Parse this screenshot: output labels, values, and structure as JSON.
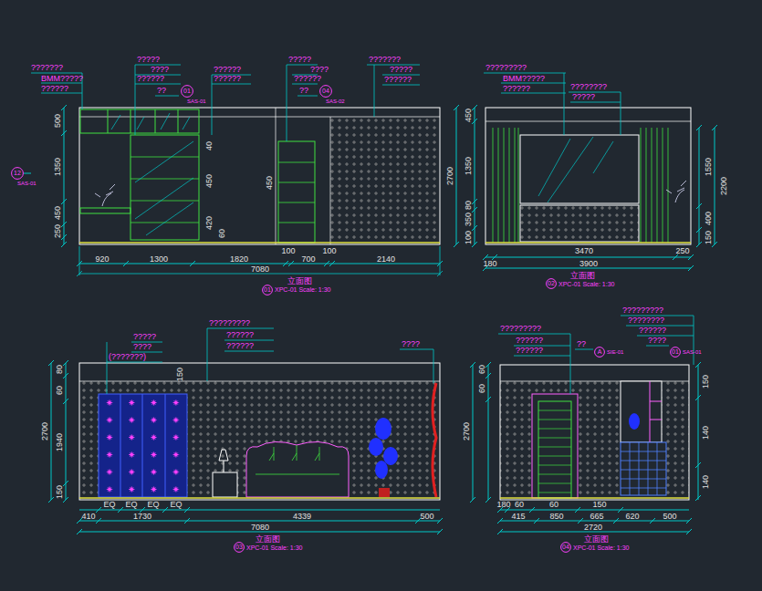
{
  "diagram": {
    "nodes": [
      {
        "text": [
          "01",
          "SAS-01"
        ]
      },
      {
        "text": [
          "04",
          "SAS-02"
        ]
      },
      {
        "text": [
          "12",
          "SAS-01"
        ]
      },
      {
        "text": [
          "A",
          "SIE-01"
        ]
      },
      {
        "text": [
          "01",
          "SAS-01"
        ]
      },
      {
        "text": [
          "01"
        ]
      },
      {
        "text": [
          "02"
        ]
      },
      {
        "text": [
          "03"
        ]
      },
      {
        "text": [
          "04"
        ]
      }
    ],
    "labels": [
      "???????",
      "BMM?????",
      "??????",
      "?????",
      "????",
      "??????",
      "??",
      "??????",
      "??????",
      "?????",
      "????",
      "??????",
      "??",
      "???????",
      "?????",
      "??????",
      "500",
      "1350",
      "450",
      "250",
      "420",
      "450",
      "40",
      "450",
      "60",
      "920",
      "1300",
      "1820",
      "100",
      "100",
      "700",
      "2140",
      "7080",
      "立面图",
      "XPC-01 Scale: 1:30",
      "?????????",
      "BMM?????",
      "??????",
      "????????",
      "?????",
      "450",
      "2700",
      "1350",
      "80",
      "350",
      "100",
      "1550",
      "2200",
      "400",
      "150",
      "3470",
      "3900",
      "180",
      "250",
      "立面图",
      "XPC-01 Scale: 1:30",
      "?????",
      "????",
      "(???????)",
      "?????????",
      "??????",
      "??????",
      "????",
      "80",
      "2700",
      "1940",
      "150",
      "60",
      "150",
      "EQ",
      "EQ",
      "EQ",
      "EQ",
      "410",
      "1730",
      "4339",
      "500",
      "7080",
      "立面图",
      "XPC-01 Scale: 1:30",
      "?????????",
      "??????",
      "??????",
      "??",
      "?????????",
      "????????",
      "??????",
      "????",
      "2700",
      "60",
      "60",
      "180",
      "60",
      "60",
      "150",
      "415",
      "850",
      "665",
      "620",
      "500",
      "2720",
      "立面图",
      "XPC-01 Scale: 1:30",
      "150",
      "140",
      "140"
    ]
  }
}
